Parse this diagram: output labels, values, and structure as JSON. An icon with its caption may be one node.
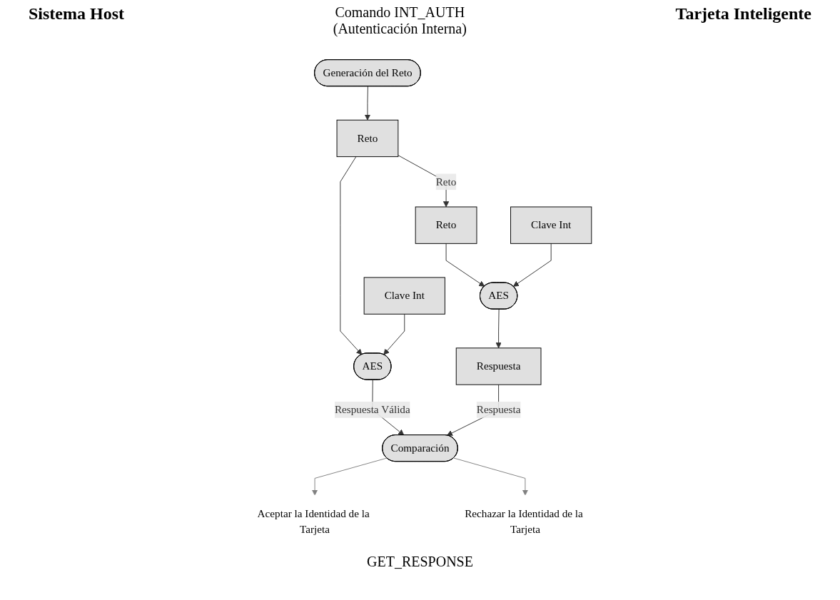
{
  "diagram": {
    "nodes": [
      {
        "text": [
          "Generación del Reto"
        ]
      },
      {
        "text": [
          "Reto"
        ]
      },
      {
        "text": [
          "AES"
        ]
      },
      {
        "text": [
          "Clave Int"
        ]
      },
      {
        "text": [
          "Comparación"
        ]
      },
      {
        "text": [
          "Aceptar la Identidad de la Tarjeta"
        ]
      },
      {
        "text": [
          "Rechazar la Identidad de la Tarjeta"
        ]
      },
      {
        "text": [
          "Reto"
        ]
      },
      {
        "text": [
          "Clave Int"
        ]
      },
      {
        "text": [
          "AES"
        ]
      },
      {
        "text": [
          "Respuesta"
        ]
      }
    ],
    "edges": [
      {
        "from": 0,
        "to": 1,
        "arrow": "to"
      },
      {
        "from": 1,
        "to": 2,
        "arrow": "to"
      },
      {
        "from": 1,
        "to": 7,
        "arrow": "to",
        "label": "Reto"
      },
      {
        "from": 3,
        "to": 2,
        "arrow": "to"
      },
      {
        "from": 2,
        "to": 4,
        "arrow": "to",
        "label": "Respuesta Válida"
      },
      {
        "from": 7,
        "to": 9,
        "arrow": "to"
      },
      {
        "from": 8,
        "to": 9,
        "arrow": "to"
      },
      {
        "from": 9,
        "to": 10,
        "arrow": "to"
      },
      {
        "from": 10,
        "to": 4,
        "arrow": "to",
        "label": "Respuesta"
      },
      {
        "from": 4,
        "to": 5,
        "arrow": "to",
        "color": "#808080"
      },
      {
        "from": 4,
        "to": 6,
        "arrow": "to",
        "color": "#808080"
      }
    ],
    "labels": [
      "Sistema Host",
      "Comando INT_AUTH (Autenticación Interna)",
      "Tarjeta Inteligente",
      "GET_RESPONSE"
    ]
  }
}
